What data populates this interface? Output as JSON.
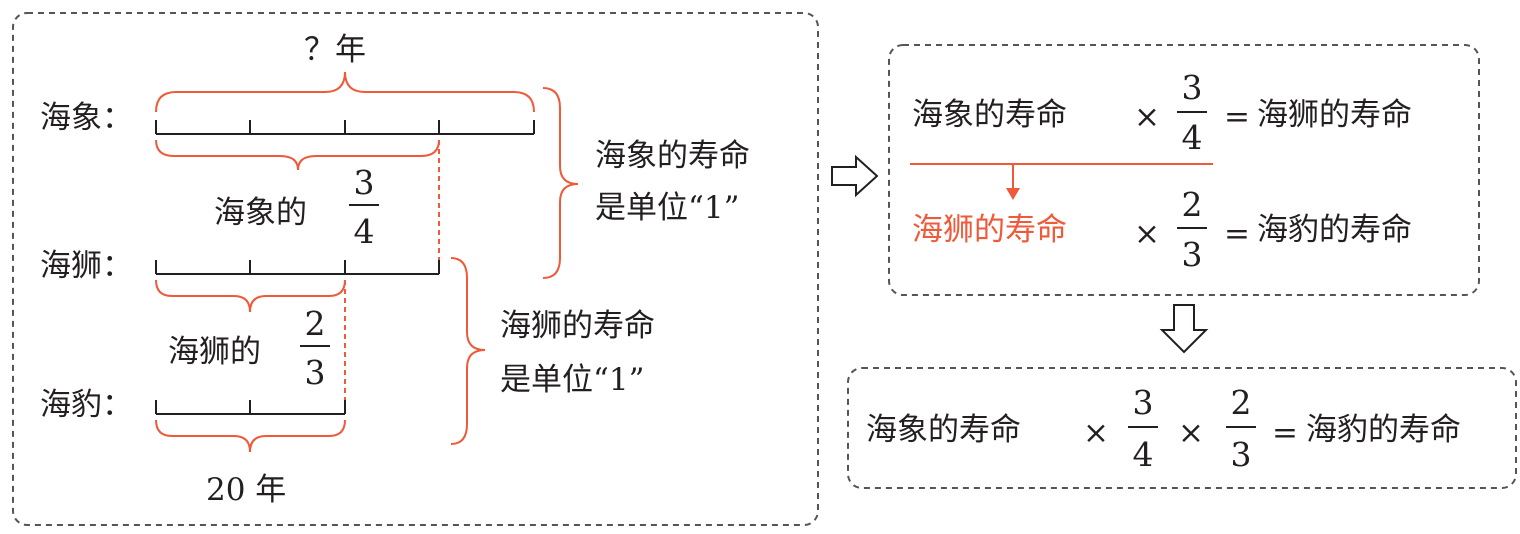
{
  "colors": {
    "ink": "#231f20",
    "accent": "#ee5a3a",
    "border": "#555555"
  },
  "diagram": {
    "question_years": "？年",
    "rows": {
      "walrus": "海象：",
      "sealion": "海狮：",
      "seal": "海豹："
    },
    "walrus_fraction": {
      "prefix": "海象的",
      "numerator": "3",
      "denominator": "4"
    },
    "sealion_fraction": {
      "prefix": "海狮的",
      "numerator": "2",
      "denominator": "3"
    },
    "seal_years": "20 年",
    "note_walrus": {
      "line1": "海象的寿命",
      "line2": "是单位“1”"
    },
    "note_sealion": {
      "line1": "海狮的寿命",
      "line2": "是单位“1”"
    }
  },
  "equations": {
    "eq1": {
      "left": "海象的寿命",
      "op": "×",
      "numerator": "3",
      "denominator": "4",
      "eq": "=",
      "right": "海狮的寿命"
    },
    "eq2": {
      "left": "海狮的寿命",
      "op": "×",
      "numerator": "2",
      "denominator": "3",
      "eq": "=",
      "right": "海豹的寿命"
    },
    "eq3": {
      "left": "海象的寿命",
      "op1": "×",
      "num1": "3",
      "den1": "4",
      "op2": "×",
      "num2": "2",
      "den2": "3",
      "eq": "=",
      "right": "海豹的寿命"
    }
  },
  "icons": [
    "right-arrow-icon",
    "down-arrow-icon"
  ]
}
